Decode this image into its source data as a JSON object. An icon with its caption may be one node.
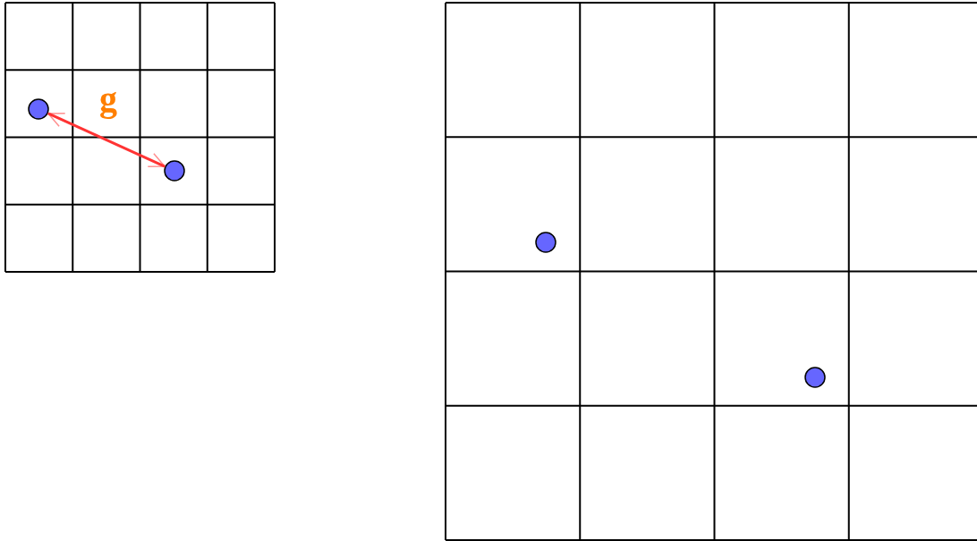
{
  "diagram": {
    "nodes": [
      {
        "text": [],
        "shape": "circle"
      },
      {
        "text": [],
        "shape": "circle"
      },
      {
        "text": [],
        "shape": "circle"
      },
      {
        "text": [],
        "shape": "circle"
      }
    ],
    "edges": [
      {
        "from": 0,
        "to": 1,
        "arrow": "both",
        "label": "g",
        "color": "#ff3333"
      }
    ]
  }
}
